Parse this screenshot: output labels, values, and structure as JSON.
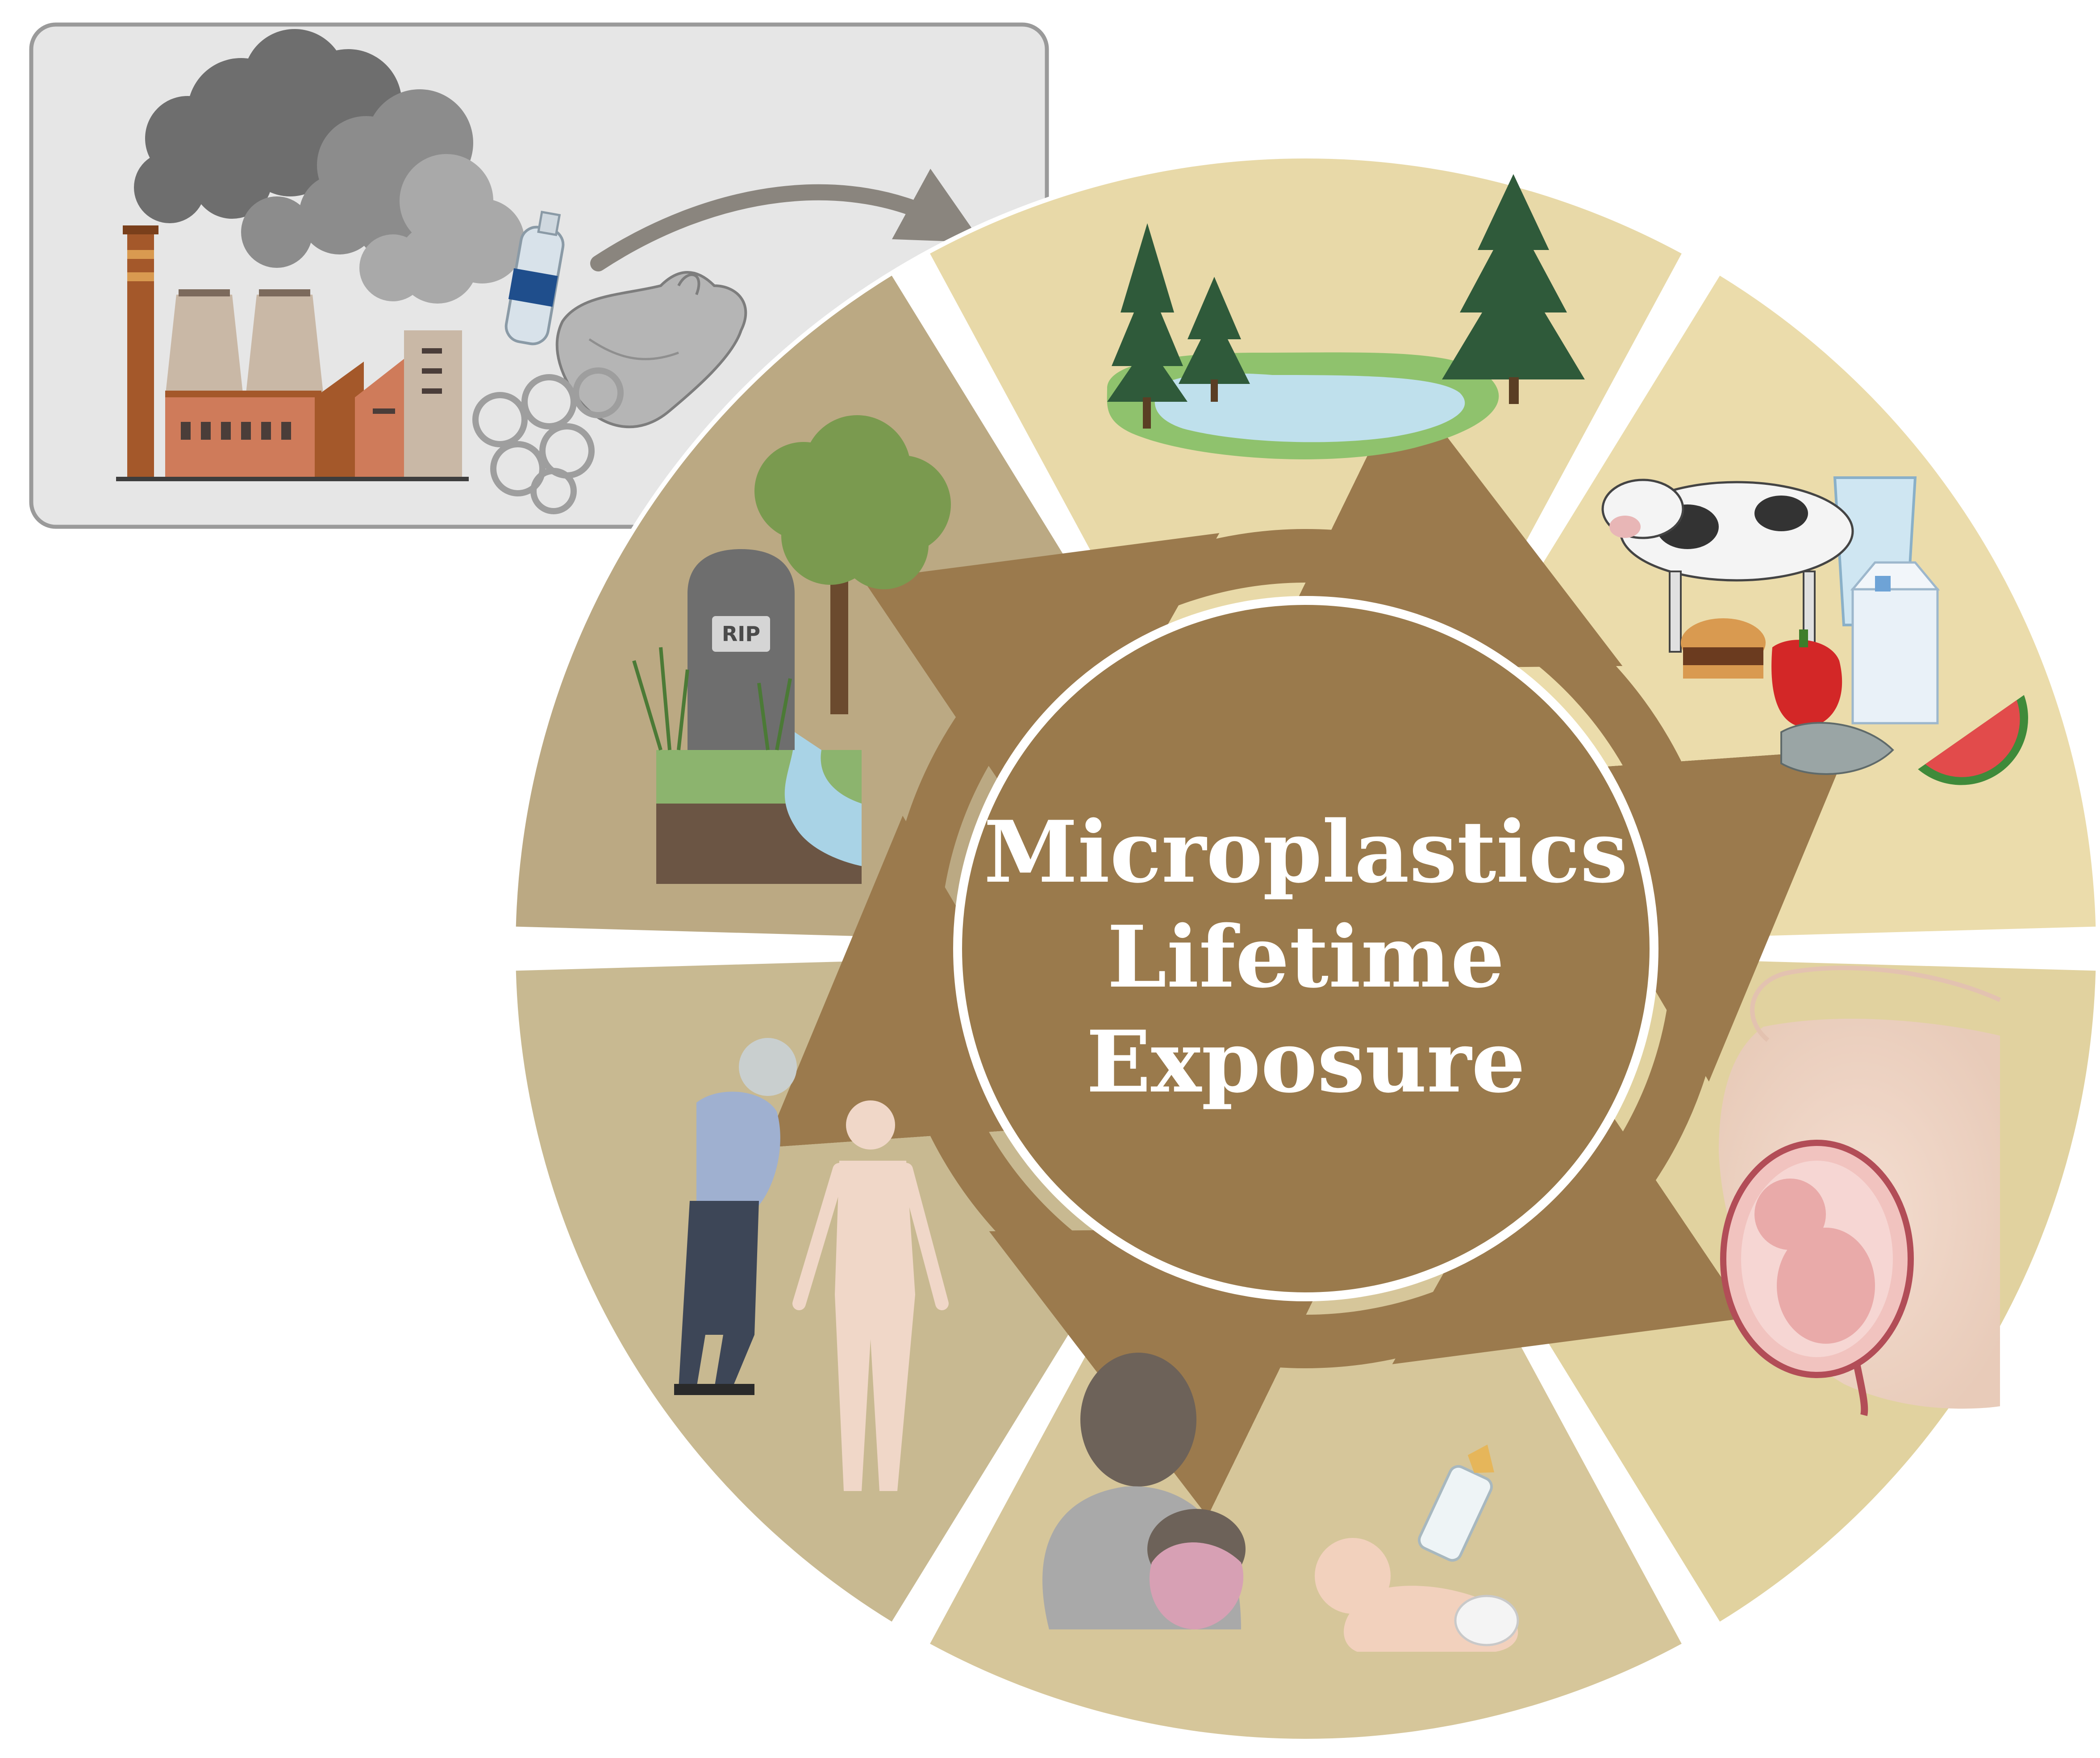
{
  "title": {
    "lines": [
      "Microplastics",
      "Lifetime",
      "Exposure"
    ]
  },
  "gravestone_label": "RIP",
  "stages": [
    {
      "id": "environment",
      "icon": "forest-lake-icon",
      "color": "#e8d9a8"
    },
    {
      "id": "food-water",
      "icon": "food-and-water-icon",
      "color": "#ebdcab"
    },
    {
      "id": "pregnancy",
      "icon": "pregnancy-fetus-icon",
      "color": "#e1d29f"
    },
    {
      "id": "infancy",
      "icon": "breastfeeding-baby-icon",
      "color": "#d6c69a"
    },
    {
      "id": "adulthood-aging",
      "icon": "aging-adult-icon",
      "color": "#c8b991"
    },
    {
      "id": "death",
      "icon": "gravestone-tree-icon",
      "color": "#bba983"
    }
  ],
  "colors": {
    "center": "#9a7a4c",
    "ring_arrows": "#9b7a4d",
    "source_box_fill": "#e6e6e6",
    "source_box_border": "#9a9a9a"
  },
  "source_panel": {
    "icon": "factory-pollution-icon"
  }
}
